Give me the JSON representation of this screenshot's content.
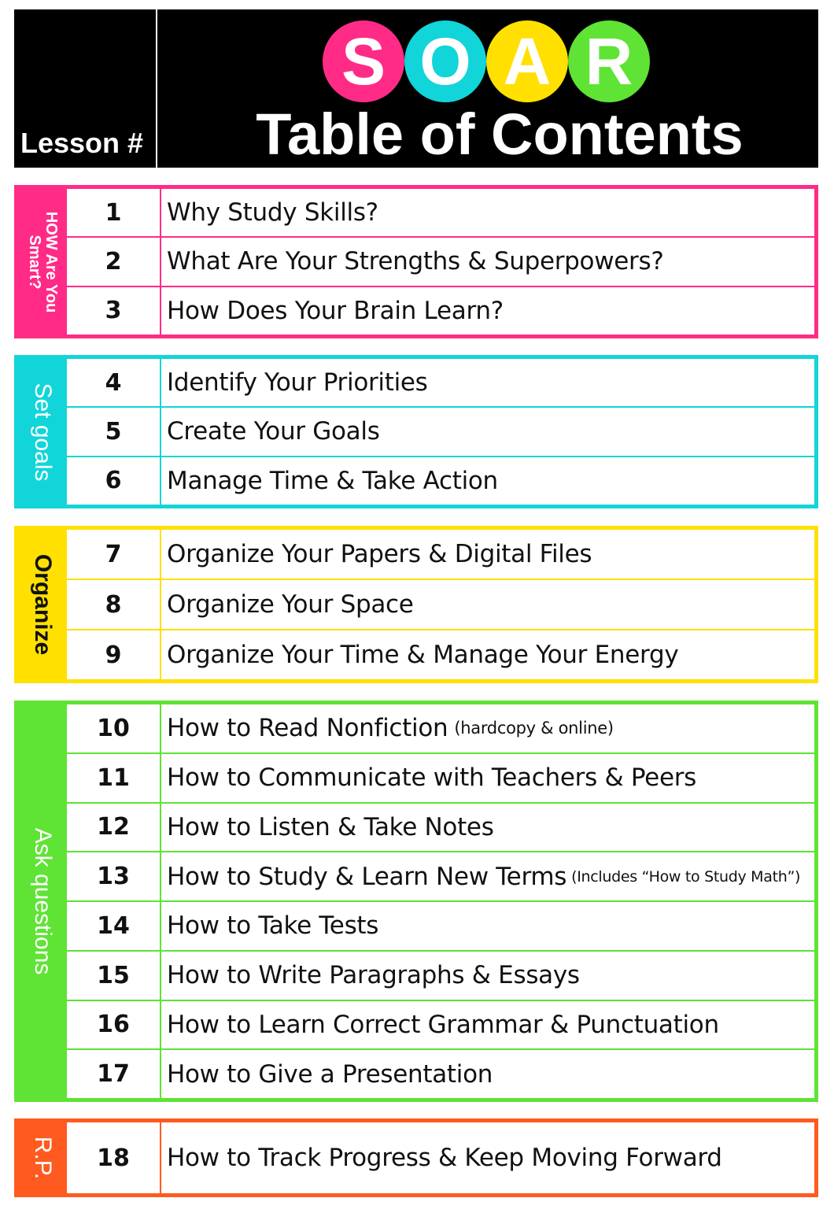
{
  "header": {
    "lesson_label": "Lesson #",
    "letters": [
      {
        "char": "S",
        "color": "#ff2b86"
      },
      {
        "char": "O",
        "color": "#12d5d9"
      },
      {
        "char": "A",
        "color": "#ffe000"
      },
      {
        "char": "R",
        "color": "#5fe335"
      }
    ],
    "title": "Table of Contents"
  },
  "sections": [
    {
      "label_line1": "HOW Are You",
      "label_line2": "Smart?",
      "color": "#ff2b86",
      "lessons": [
        {
          "num": "1",
          "title": "Why Study Skills?",
          "note": ""
        },
        {
          "num": "2",
          "title": "What Are Your Strengths & Superpowers?",
          "note": ""
        },
        {
          "num": "3",
          "title": "How Does Your Brain Learn?",
          "note": ""
        }
      ]
    },
    {
      "label_line1": "Set goals",
      "color": "#12d5d9",
      "lessons": [
        {
          "num": "4",
          "title": "Identify Your Priorities",
          "note": ""
        },
        {
          "num": "5",
          "title": "Create Your Goals",
          "note": ""
        },
        {
          "num": "6",
          "title": "Manage Time & Take Action",
          "note": ""
        }
      ]
    },
    {
      "label_line1": "Organize",
      "color": "#ffe000",
      "lessons": [
        {
          "num": "7",
          "title": "Organize Your Papers & Digital Files",
          "note": ""
        },
        {
          "num": "8",
          "title": "Organize Your Space",
          "note": ""
        },
        {
          "num": "9",
          "title": "Organize Your Time & Manage Your Energy",
          "note": ""
        }
      ]
    },
    {
      "label_line1": "Ask questions",
      "color": "#5fe335",
      "lessons": [
        {
          "num": "10",
          "title": "How to Read Nonfiction",
          "note": "(hardcopy & online)"
        },
        {
          "num": "11",
          "title": "How to Communicate with Teachers & Peers",
          "note": ""
        },
        {
          "num": "12",
          "title": "How to Listen & Take Notes",
          "note": ""
        },
        {
          "num": "13",
          "title": "How to Study & Learn New Terms",
          "note": "(Includes “How to Study Math”)"
        },
        {
          "num": "14",
          "title": "How to Take Tests",
          "note": ""
        },
        {
          "num": "15",
          "title": "How to Write Paragraphs & Essays",
          "note": ""
        },
        {
          "num": "16",
          "title": "How to Learn Correct Grammar & Punctuation",
          "note": ""
        },
        {
          "num": "17",
          "title": "How to Give a Presentation",
          "note": ""
        }
      ]
    },
    {
      "label_line1": "R.P.",
      "color": "#ff5a1f",
      "lessons": [
        {
          "num": "18",
          "title": "How to Track Progress & Keep Moving Forward",
          "note": ""
        }
      ]
    }
  ]
}
